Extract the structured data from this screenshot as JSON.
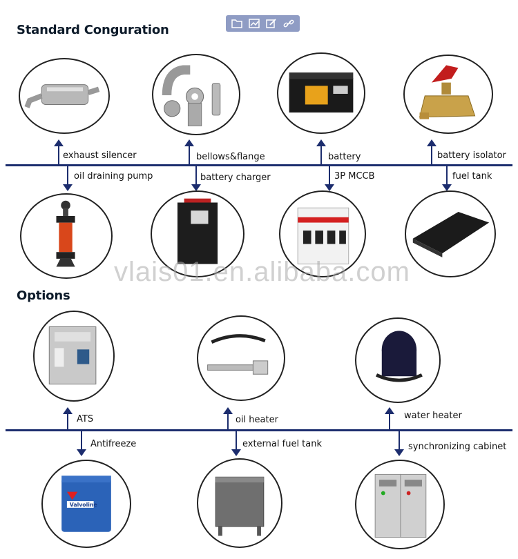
{
  "sections": {
    "standard_title": "Standard Conguration",
    "options_title": "Options"
  },
  "toolbar": {
    "icons": [
      "folder-icon",
      "chart-icon",
      "edit-icon",
      "link-icon"
    ]
  },
  "standard": {
    "top_labels": [
      "exhaust silencer",
      "bellows&flange",
      "battery",
      "battery isolator"
    ],
    "bottom_labels": [
      "oil draining pump",
      "battery charger",
      "3P MCCB",
      "fuel tank"
    ]
  },
  "options": {
    "top_labels": [
      "ATS",
      "oil heater",
      "water heater"
    ],
    "bottom_labels": [
      "Antifreeze",
      "external fuel tank",
      "synchronizing cabinet"
    ],
    "antifreeze_brand": "Valvoline"
  },
  "watermark": "vlais01.en.alibaba.com"
}
